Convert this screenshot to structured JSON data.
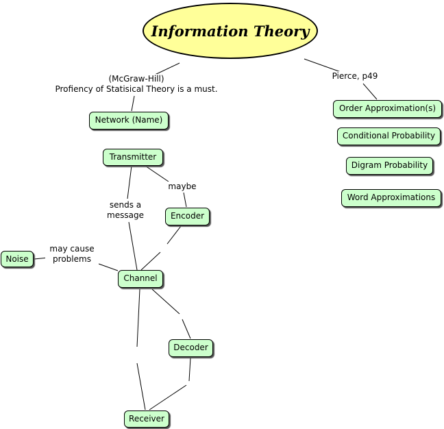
{
  "title": "Information Theory",
  "nodes": {
    "network": "Network (Name)",
    "transmitter": "Transmitter",
    "encoder": "Encoder",
    "noise": "Noise",
    "channel": "Channel",
    "decoder": "Decoder",
    "receiver": "Receiver",
    "order_approx": "Order Approximation(s)",
    "conditional_prob": "Conditional Probability",
    "digram_prob": "Digram Probability",
    "word_approx": "Word Approximations"
  },
  "links": {
    "mcgraw_line1": "(McGraw-Hill)",
    "mcgraw_line2": "Profiency of Statisical Theory is a must.",
    "pierce": "Pierce, p49",
    "maybe": "maybe",
    "sends_line1": "sends a",
    "sends_line2": "message",
    "may_cause_line1": "may cause",
    "may_cause_line2": "problems"
  },
  "colors": {
    "node_fill": "#ccffcc",
    "title_fill": "#ffff99",
    "line": "#000000"
  }
}
